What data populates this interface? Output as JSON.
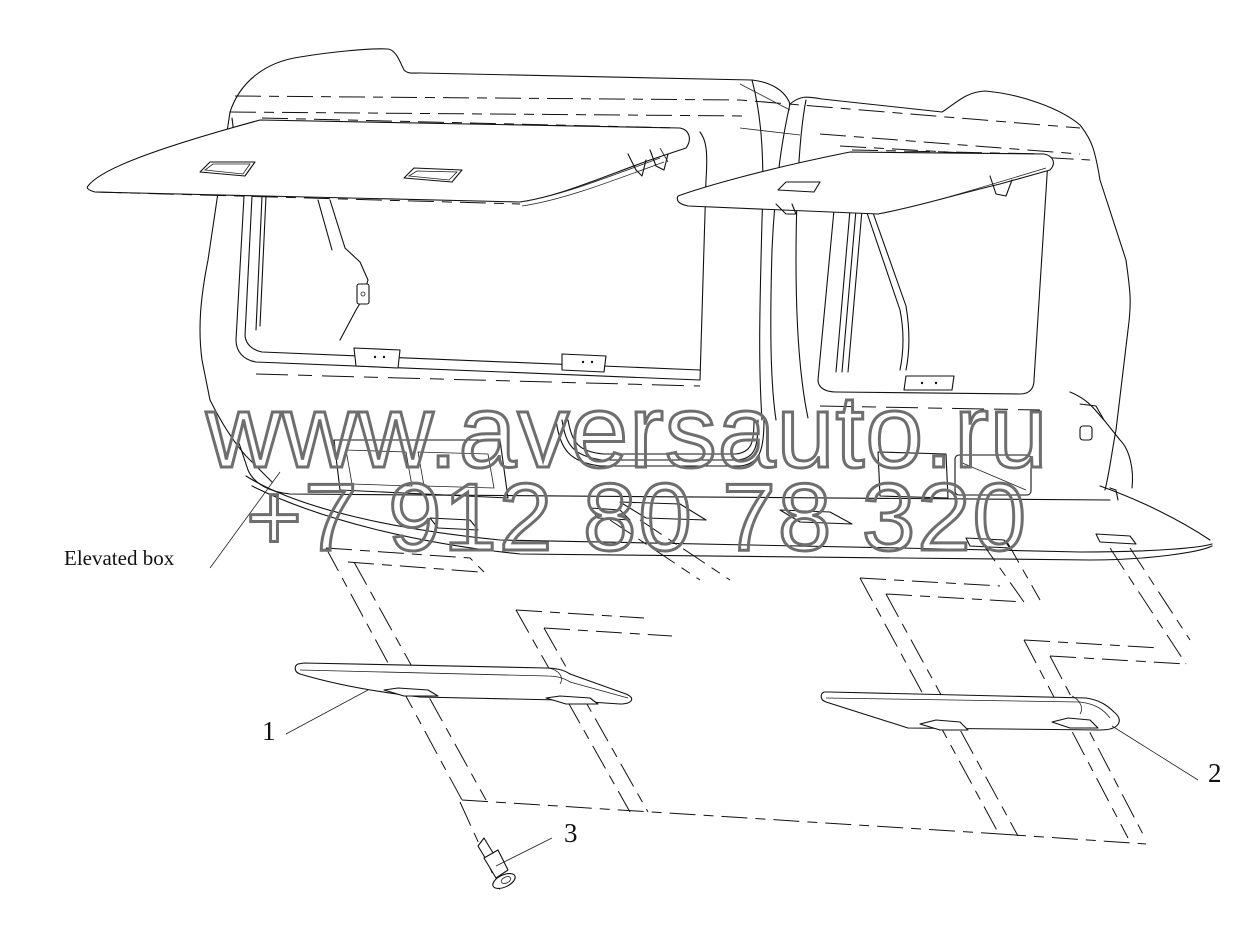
{
  "diagram": {
    "type": "exploded-assembly-drawing",
    "subject": "Elevated box with covers and fastener",
    "callouts": {
      "elevated_box": "Elevated box",
      "part_1": "1",
      "part_2": "2",
      "part_3": "3"
    },
    "parts": [
      {
        "id": "1",
        "description": "Left lower cover plate"
      },
      {
        "id": "2",
        "description": "Right lower cover plate"
      },
      {
        "id": "3",
        "description": "Fastener / push rivet"
      }
    ]
  },
  "watermark": {
    "url": "www.aversauto.ru",
    "phone": "+7 912 80 78 320",
    "color": "#6e6e6e"
  },
  "colors": {
    "line": "#111111",
    "background": "#ffffff"
  }
}
